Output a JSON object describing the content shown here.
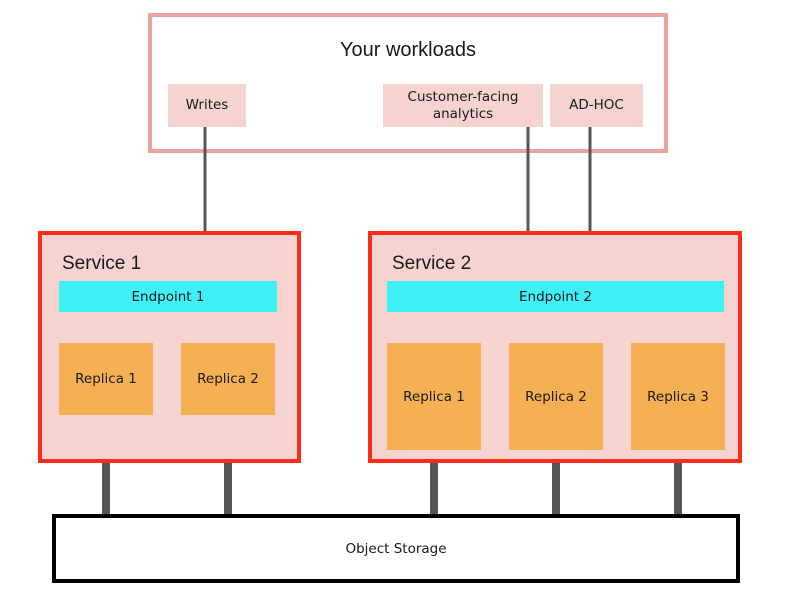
{
  "diagram": {
    "title_region": {
      "workloads_label": "Your workloads"
    },
    "workload_chips": [
      {
        "id": "writes",
        "label": "Writes"
      },
      {
        "id": "cfa",
        "label": "Customer-facing analytics"
      },
      {
        "id": "adhoc",
        "label": "AD-HOC"
      }
    ],
    "services": [
      {
        "id": "service-1",
        "title": "Service 1",
        "endpoint": "Endpoint 1",
        "replicas": [
          "Replica 1",
          "Replica 2"
        ]
      },
      {
        "id": "service-2",
        "title": "Service 2",
        "endpoint": "Endpoint 2",
        "replicas": [
          "Replica 1",
          "Replica 2",
          "Replica 3"
        ]
      }
    ],
    "storage": {
      "label": "Object Storage"
    },
    "colors": {
      "workloads_border": "#e9a3a0",
      "chip_fill": "#f4d3d0",
      "service_border": "#fc2d19",
      "service_fill": "#f4d3d0",
      "endpoint_fill": "#3ff0f7",
      "replica_fill": "#f6b054",
      "connector": "#555555",
      "storage_border": "#000000",
      "canvas": "#ffffff"
    }
  }
}
